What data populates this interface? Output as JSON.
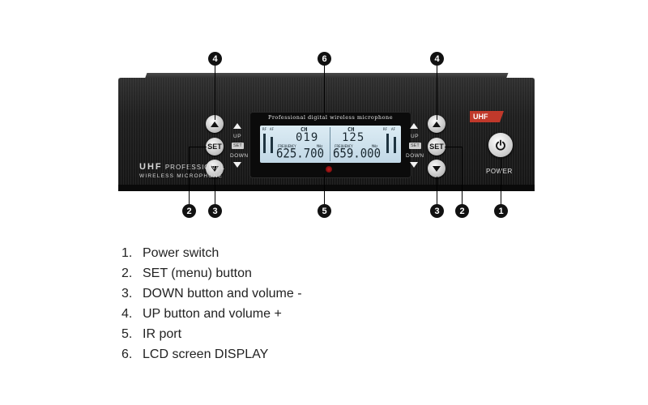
{
  "device": {
    "brand_line1": "UHF",
    "brand_line1_suffix": "PROFESSIONAL",
    "brand_line2": "WIRELESS MICROPHONE",
    "lcd_caption": "Professional digital wireless microphone",
    "badge": "UHF",
    "power_label": "POWER",
    "set_label": "SET",
    "up_label": "UP",
    "down_label": "DOWN",
    "lcd": {
      "ch_label": "CH",
      "left_channel": "019",
      "right_channel": "125",
      "left_frequency": "625.700",
      "right_frequency": "659.000",
      "frequency_label": "FREQUENCY",
      "mhz_label": "MHz",
      "rf_label": "RF",
      "af_label": "AF"
    }
  },
  "callouts": [
    {
      "number": "1",
      "target": "power-switch"
    },
    {
      "number": "2",
      "target": "set-button-left"
    },
    {
      "number": "2",
      "target": "set-button-right"
    },
    {
      "number": "3",
      "target": "down-button-left"
    },
    {
      "number": "3",
      "target": "down-button-right"
    },
    {
      "number": "4",
      "target": "up-button-left"
    },
    {
      "number": "4",
      "target": "up-button-right"
    },
    {
      "number": "5",
      "target": "ir-port"
    },
    {
      "number": "6",
      "target": "lcd-screen"
    }
  ],
  "legend": [
    {
      "num": "1.",
      "text": "Power switch"
    },
    {
      "num": "2.",
      "text": "SET (menu) button"
    },
    {
      "num": "3.",
      "text": "DOWN button and volume -"
    },
    {
      "num": "4.",
      "text": "UP button and volume +"
    },
    {
      "num": "5.",
      "text": "IR port"
    },
    {
      "num": "6.",
      "text": "LCD screen DISPLAY"
    }
  ],
  "colors": {
    "badge": "#c0392b",
    "chassis": "#1e1e1e",
    "lcd": "#c8dde9",
    "callout": "#111111"
  }
}
